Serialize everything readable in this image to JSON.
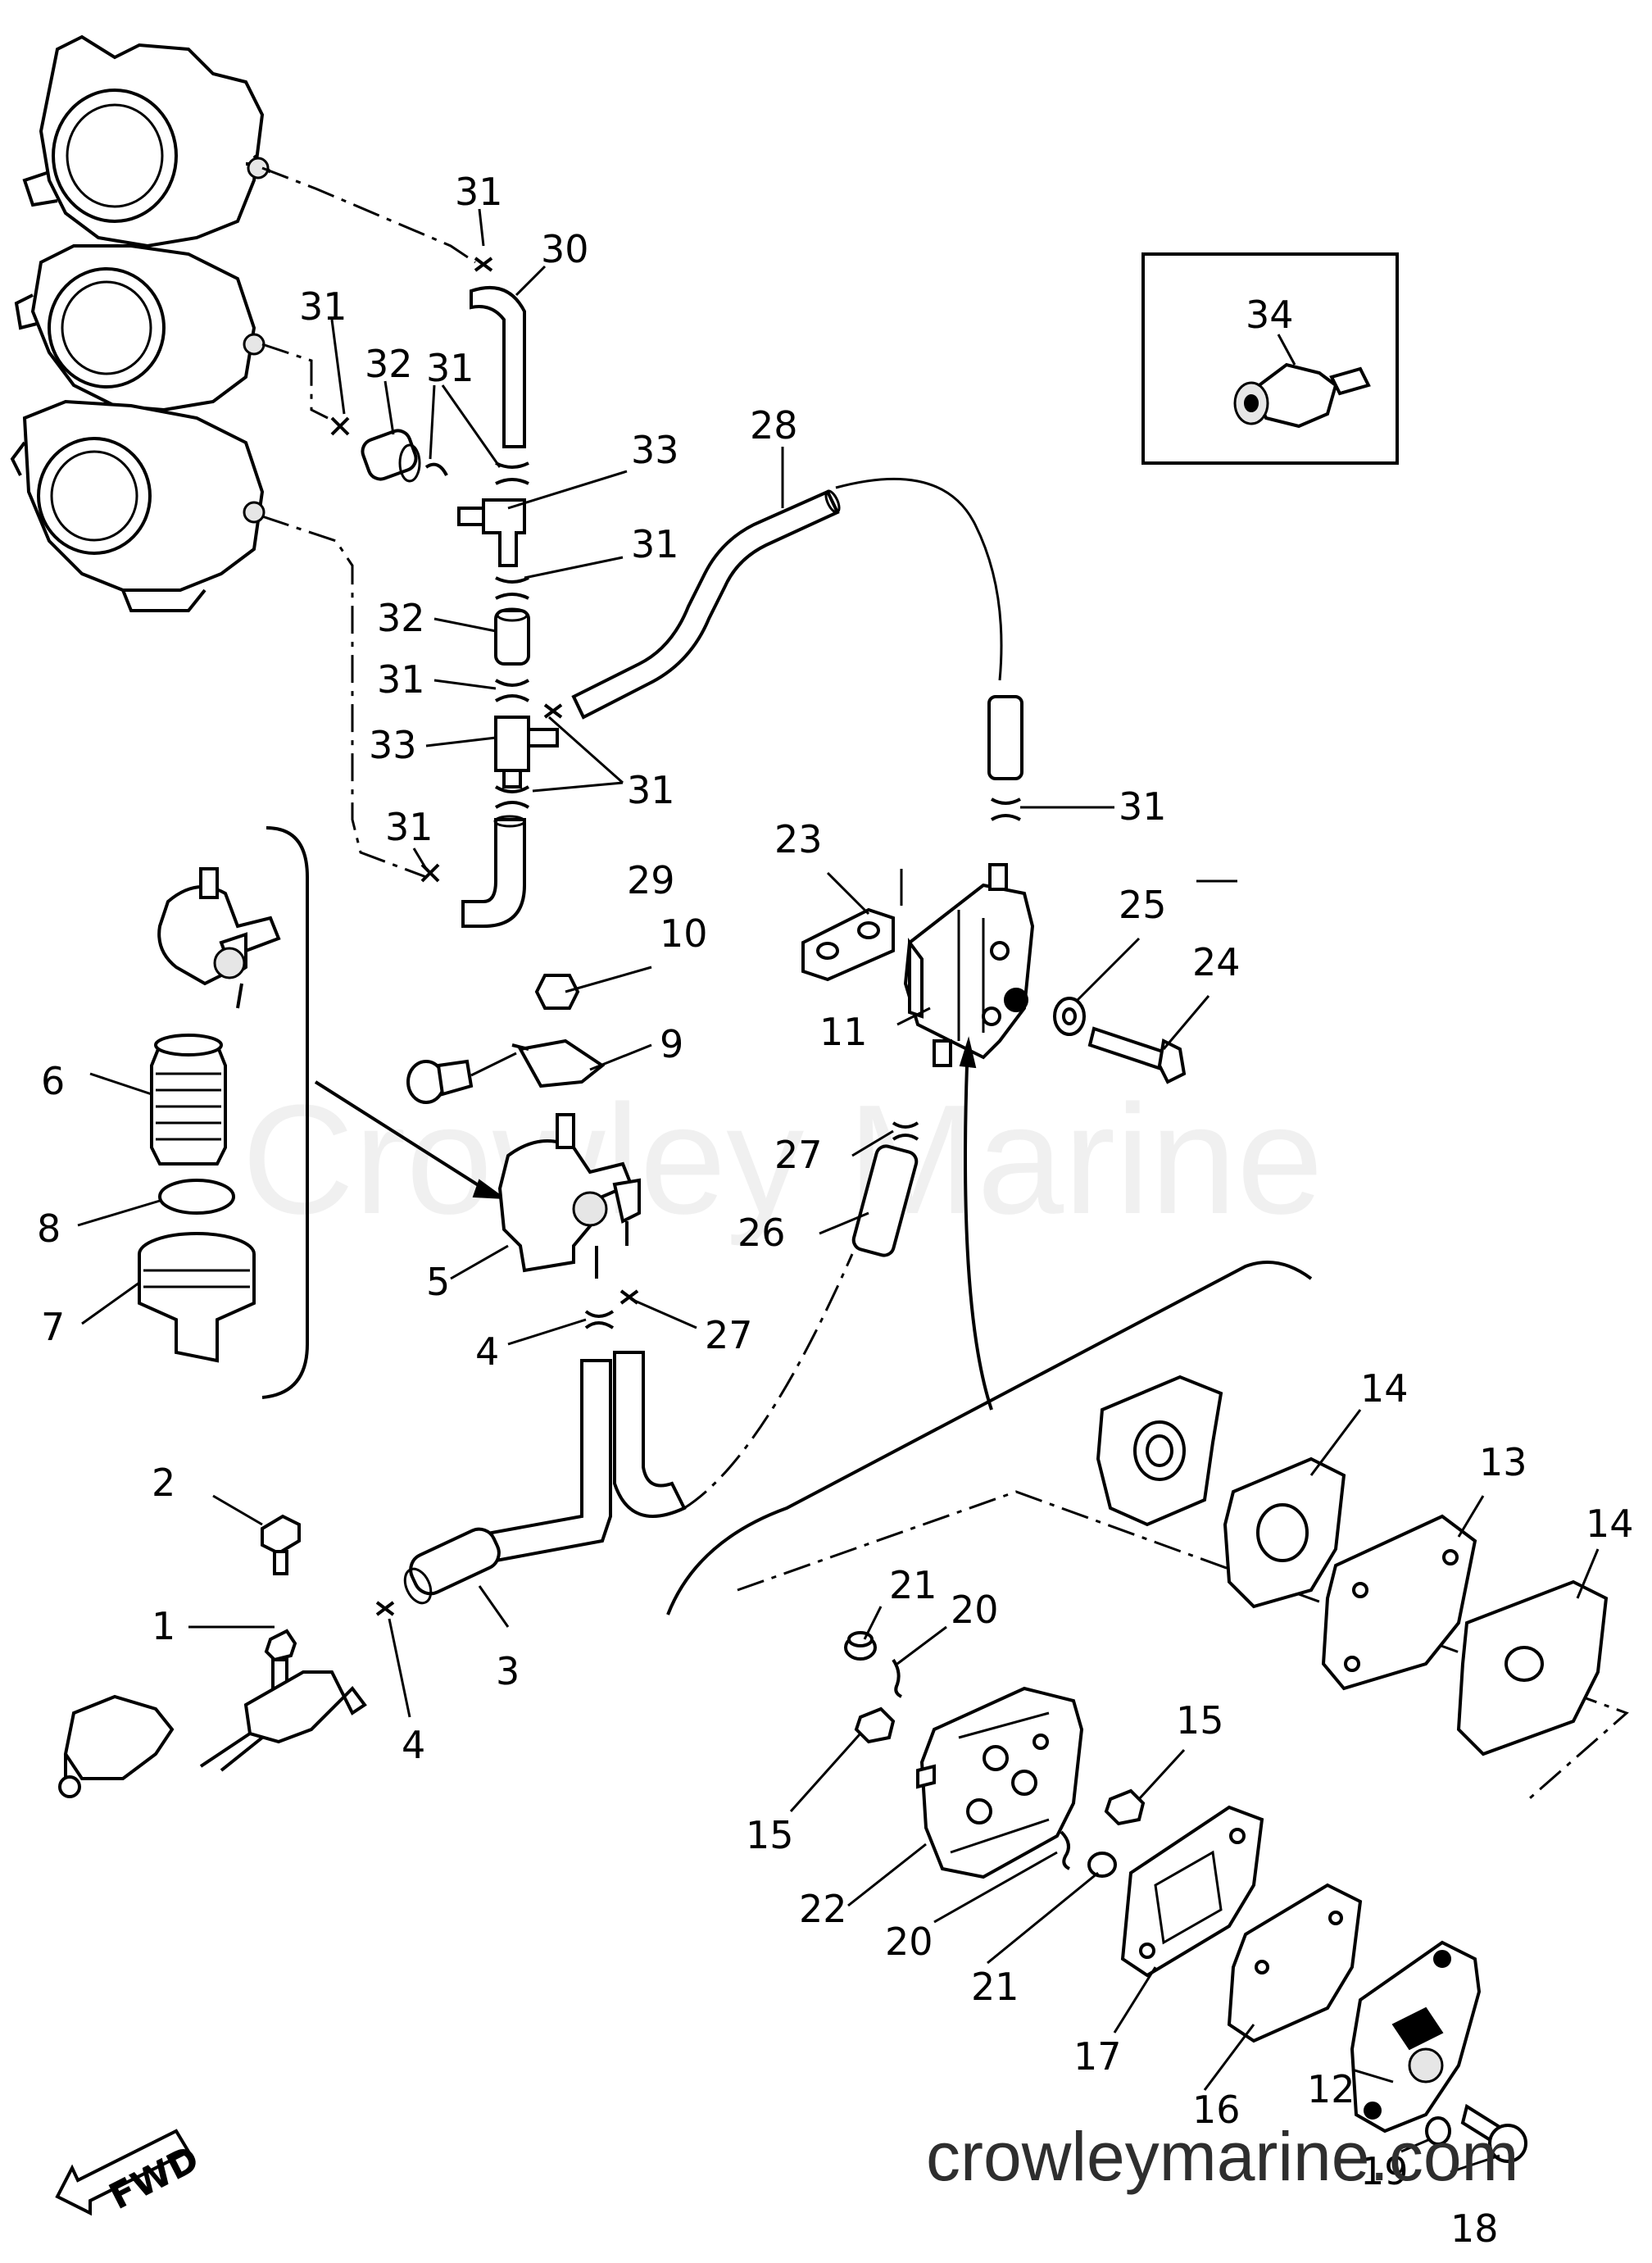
{
  "watermark": {
    "brand": "Crowley Marine",
    "url": "crowleymarine.com"
  },
  "direction_label": "FWD",
  "detail_box_part": "34",
  "callouts": {
    "c1": "1",
    "c2": "2",
    "c3": "3",
    "c4a": "4",
    "c4b": "4",
    "c5": "5",
    "c6": "6",
    "c7": "7",
    "c8": "8",
    "c9": "9",
    "c10": "10",
    "c11": "11",
    "c12": "12",
    "c13": "13",
    "c14a": "14",
    "c14b": "14",
    "c15a": "15",
    "c15b": "15",
    "c16": "16",
    "c17": "17",
    "c18": "18",
    "c19": "19",
    "c20a": "20",
    "c20b": "20",
    "c21a": "21",
    "c21b": "21",
    "c22": "22",
    "c23": "23",
    "c24": "24",
    "c25": "25",
    "c26": "26",
    "c27a": "27",
    "c27b": "27",
    "c28": "28",
    "c29": "29",
    "c30": "30",
    "c31a": "31",
    "c31b": "31",
    "c31c": "31",
    "c31d": "31",
    "c31e": "31",
    "c31f": "31",
    "c31g": "31",
    "c31h": "31",
    "c32a": "32",
    "c32b": "32",
    "c33a": "33",
    "c33b": "33"
  }
}
